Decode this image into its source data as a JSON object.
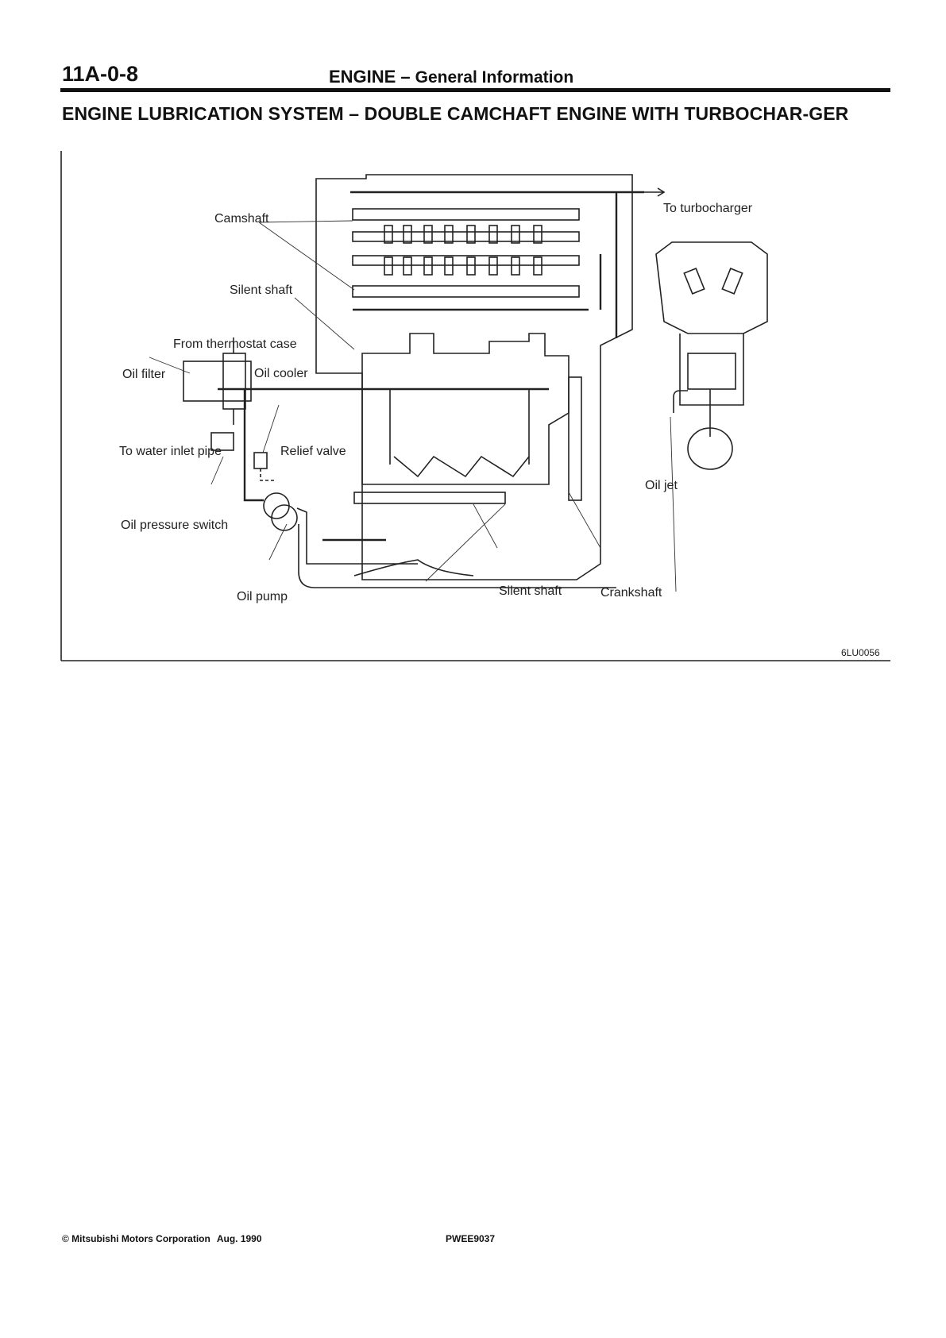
{
  "header": {
    "page_number": "11A-0-8",
    "section": "ENGINE",
    "dash": "–",
    "subsection": "General Information"
  },
  "title": "ENGINE LUBRICATION SYSTEM – DOUBLE CAMCHAFT ENGINE WITH TURBOCHAR-GER",
  "figure": {
    "labels": {
      "camshaft": "Camshaft",
      "silent_shaft_top": "Silent shaft",
      "from_thermostat": "From thermostat case",
      "oil_filter": "Oil filter",
      "oil_cooler": "Oil cooler",
      "to_water_inlet": "To water inlet pipe",
      "relief_valve": "Relief valve",
      "oil_pressure_switch": "Oil pressure switch",
      "oil_pump": "Oil pump",
      "silent_shaft_bottom": "Silent shaft",
      "crankshaft": "Crankshaft",
      "to_turbocharger": "To turbocharger",
      "oil_jet": "Oil jet"
    },
    "figure_id": "6LU0056"
  },
  "footer": {
    "copyright": "© Mitsubishi Motors Corporation",
    "date": "Aug. 1990",
    "code": "PWEE9037"
  }
}
